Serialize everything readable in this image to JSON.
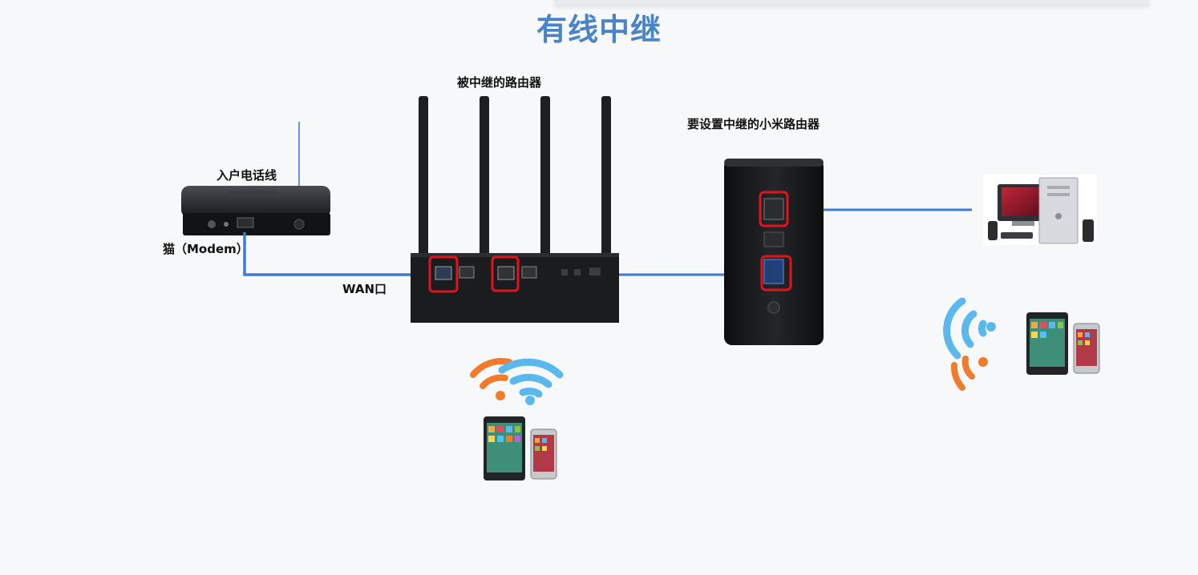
{
  "title": "有线中继",
  "labels": {
    "main_router": "被中继的路由器",
    "xiaomi_router": "要设置中继的小米路由器",
    "phone_line": "入户电话线",
    "modem": "猫（Modem）",
    "wan_port": "WAN口"
  },
  "colors": {
    "title": "#4a84c7",
    "cable": "#3f7ad0",
    "port_highlight": "#e0151c",
    "wifi_blue": "#5ab8ec",
    "wifi_orange": "#ef7b2b",
    "device_dark": "#1b1c1f"
  }
}
